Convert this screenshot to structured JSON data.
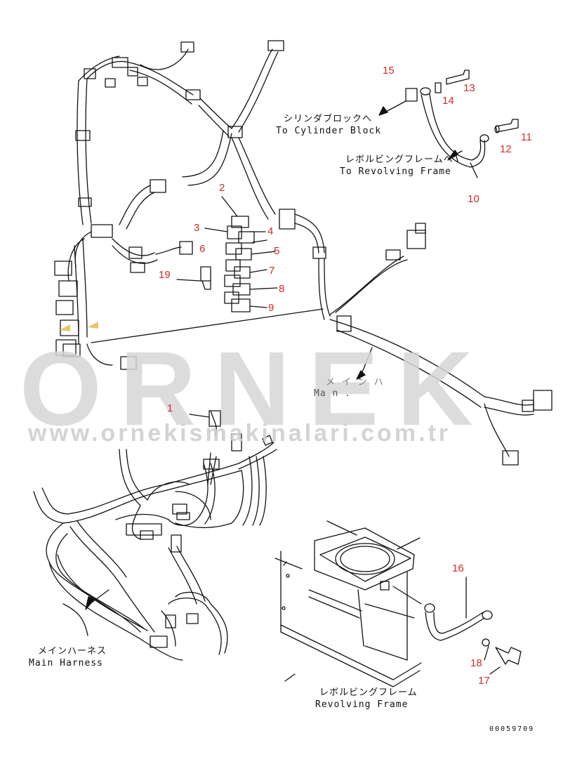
{
  "part_numbers": [
    "1",
    "2",
    "3",
    "4",
    "5",
    "6",
    "7",
    "8",
    "9",
    "10",
    "11",
    "12",
    "13",
    "14",
    "15",
    "16",
    "17",
    "18",
    "19"
  ],
  "labels": {
    "cylinder_block_jp": "シリンダブロックへ",
    "cylinder_block_en": "To Cylinder Block",
    "revolving_frame_to_jp": "レボルビングフレームへ",
    "revolving_frame_to_en": "To Revolving Frame",
    "main_harness_jp": "メインハーネス",
    "main_harness_en": "Main Harness",
    "revolving_frame_jp": "レボルビングフレーム",
    "revolving_frame_en": "Revolving Frame",
    "partial_jp": "メ イ ン ハ",
    "partial_en": "Ma  n  ."
  },
  "watermark": {
    "brand": "ORNEK",
    "url": "www.ornekismakinalari.com.tr"
  },
  "drawing_code": "00059709",
  "colors": {
    "callout_number": "#d42a2a",
    "line_art": "#111111",
    "watermark": "#d6d6d6"
  }
}
